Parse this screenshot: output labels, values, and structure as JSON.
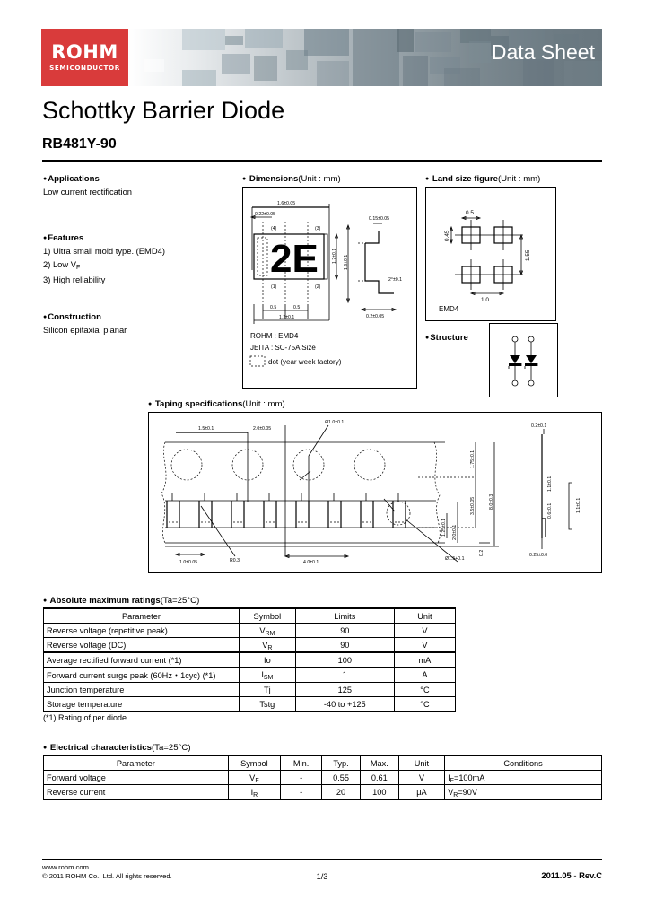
{
  "header": {
    "logo_wordmark": "ROHM",
    "logo_sub": "SEMICONDUCTOR",
    "logo_color": "#d93b3b",
    "datasheet_label": "Data Sheet"
  },
  "title": {
    "product_family": "Schottky Barrier Diode",
    "part_number": "RB481Y-90"
  },
  "applications": {
    "heading": "Applications",
    "text": "Low current rectification"
  },
  "features": {
    "heading": "Features",
    "items": [
      "1) Ultra small mold type. (EMD4)",
      "2) Low VF",
      "3) High reliability"
    ],
    "item2_prefix": "2) Low V",
    "item2_sub": "F"
  },
  "construction": {
    "heading": "Construction",
    "text": "Silicon epitaxial planar"
  },
  "dimensions": {
    "heading": "Dimensions",
    "unit": "(Unit : mm)",
    "marking": "2E",
    "labels": {
      "width_total": "1.6±0.05",
      "lead_width": "0.22±0.05",
      "pin_4": "(4)",
      "pin_3": "(3)",
      "pin_1": "(1)",
      "pin_2": "(2)",
      "height_body": "1.2±0.1",
      "height_total": "1.6±0.1",
      "pitch_a": "0.5",
      "pitch_b": "0.5",
      "depth": "1.2±0.1",
      "side_top": "0.15±0.05",
      "side_step": "2°±0.1",
      "side_bottom": "0.2±0.05"
    },
    "notes": [
      "ROHM : EMD4",
      "JEITA : SC-75A  Size",
      "dot (year week factory)"
    ]
  },
  "land_size": {
    "heading": "Land size figure",
    "unit": "(Unit : mm)",
    "labels": {
      "pad_width": "0.5",
      "pad_height": "0.45",
      "pitch_x": "1.0",
      "pitch_y": "1.55",
      "package": "EMD4"
    }
  },
  "structure": {
    "heading": "Structure"
  },
  "taping": {
    "heading": "Taping specifications",
    "unit": "(Unit : mm)",
    "labels": {
      "d1": "1.5±0.1",
      "d2": "2.0±0.05",
      "d3": "Ø1.0±0.1",
      "d4": "1.75±0.1",
      "d5": "3.5±0.05",
      "d6": "8.0±0.3",
      "d7": "1.25±0.1",
      "d8": "2.0±0.1",
      "d9": "1.0±0.05",
      "d10": "R0.3",
      "d11": "4.0±0.1",
      "d12": "Ø1.5+0.1",
      "d13": "0.2",
      "side_top": "0.2±0.1",
      "side_bottom": "0.25±0.0",
      "side_mid1": "1.1±0.1",
      "side_mid2": "0.6±0.1",
      "side_mid3": "1.1±0.1"
    }
  },
  "abs_max": {
    "heading": "Absolute maximum ratings",
    "condition": "(Ta=25°C)",
    "columns": [
      "Parameter",
      "Symbol",
      "Limits",
      "Unit"
    ],
    "rows": [
      {
        "parameter": "Reverse voltage (repetitive peak)",
        "symbol": "VRM",
        "symbol_base": "V",
        "symbol_sub": "RM",
        "limits": "90",
        "unit": "V"
      },
      {
        "parameter": "Reverse voltage (DC)",
        "symbol": "VR",
        "symbol_base": "V",
        "symbol_sub": "R",
        "limits": "90",
        "unit": "V"
      },
      {
        "parameter": "Average rectified forward current  (*1)",
        "symbol": "Io",
        "symbol_base": "Io",
        "symbol_sub": "",
        "limits": "100",
        "unit": "mA"
      },
      {
        "parameter": "Forward current surge peak (60Hz・1cyc) (*1)",
        "symbol": "ISM",
        "symbol_base": "I",
        "symbol_sub": "SM",
        "limits": "1",
        "unit": "A"
      },
      {
        "parameter": "Junction temperature",
        "symbol": "Tj",
        "symbol_base": "Tj",
        "symbol_sub": "",
        "limits": "125",
        "unit": "°C"
      },
      {
        "parameter": "Storage temperature",
        "symbol": "Tstg",
        "symbol_base": "Tstg",
        "symbol_sub": "",
        "limits": "-40 to +125",
        "unit": "°C"
      }
    ],
    "footnote": "(*1) Rating of per diode"
  },
  "elec": {
    "heading": "Electrical characteristics",
    "condition": "(Ta=25°C)",
    "columns": [
      "Parameter",
      "Symbol",
      "Min.",
      "Typ.",
      "Max.",
      "Unit",
      "Conditions"
    ],
    "rows": [
      {
        "parameter": "Forward voltage",
        "symbol_base": "V",
        "symbol_sub": "F",
        "min": "-",
        "typ": "0.55",
        "max": "0.61",
        "unit": "V",
        "cond_base": "I",
        "cond_sub": "F",
        "cond_rest": "=100mA"
      },
      {
        "parameter": "Reverse current",
        "symbol_base": "I",
        "symbol_sub": "R",
        "min": "-",
        "typ": "20",
        "max": "100",
        "unit": "μA",
        "cond_base": "V",
        "cond_sub": "R",
        "cond_rest": "=90V"
      }
    ]
  },
  "footer": {
    "url": "www.rohm.com",
    "copyright": "© 2011  ROHM Co., Ltd. All rights reserved.",
    "page": "1/3",
    "revision_date": "2011.05",
    "revision_sep": " - ",
    "revision": "Rev.C"
  }
}
